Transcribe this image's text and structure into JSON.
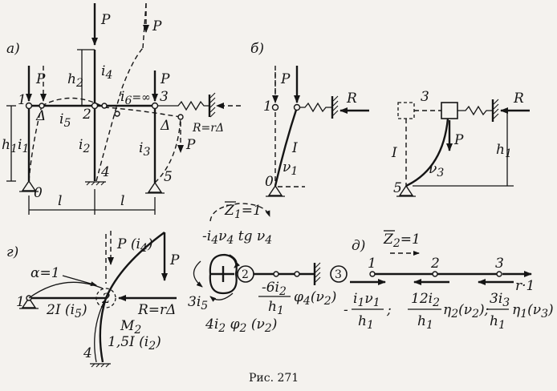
{
  "caption": "Рис. 271",
  "panel_a": {
    "tag": "а)",
    "load": "P",
    "h1": "h",
    "h1_sub": "1",
    "h2": "h",
    "h2_sub": "2",
    "i1": "i",
    "i1_sub": "1",
    "i2": "i",
    "i2_sub": "2",
    "i3": "i",
    "i3_sub": "3",
    "i4": "i",
    "i4_sub": "4",
    "i5": "i",
    "i5_sub": "5",
    "i6": "i",
    "i6_sub": "6",
    "i6_eq": "=∞",
    "delta": "Δ",
    "reaction": "R=rΔ",
    "span": "l",
    "nodes": [
      "0",
      "1",
      "2",
      "3",
      "4",
      "5"
    ]
  },
  "panel_b": {
    "tag": "б)",
    "load": "P",
    "reaction": "R",
    "member": "I",
    "nu1": "ν",
    "nu1_sub": "1",
    "nu3": "ν",
    "nu3_sub": "3",
    "h1": "h",
    "h1_sub": "1",
    "nodes": [
      "0",
      "1",
      "3",
      "5"
    ]
  },
  "panel_g": {
    "tag": "г)",
    "load_i4": "P (i",
    "load_i4_sub": "4",
    "load_i4_end": ")",
    "load": "P",
    "alpha": "α=1",
    "beam": "2I (i",
    "beam_sub": "5",
    "beam_end": ")",
    "reaction": "R=rΔ",
    "moment": "M",
    "moment_sub": "2",
    "column": "1,5I (i",
    "column_sub": "2",
    "column_end": ")",
    "node1": "1",
    "node2": "2",
    "node4": "4"
  },
  "panel_node": {
    "z1": "Z",
    "z1_sub": "1",
    "z1_eq": "=1",
    "top_expr": "-i",
    "top_expr_sub": "4",
    "top_expr_mid": "ν",
    "top_expr_sub2": "4",
    "top_expr_end": " tg ν",
    "top_expr_sub3": "4",
    "left_expr": "3i",
    "left_expr_sub": "5",
    "bottom_expr": "4i",
    "bottom_expr_sub": "2",
    "bottom_expr_end": " φ",
    "bottom_expr_sub2": "2",
    "bottom_expr_tail": " (ν",
    "bottom_expr_sub3": "2",
    "bottom_expr_close": ")",
    "right_num": "-6i",
    "right_num_sub": "2",
    "right_den": "h",
    "right_den_sub": "1",
    "right_phi": "φ",
    "right_phi_sub": "4",
    "right_phi_end": "(ν",
    "right_phi_sub2": "2",
    "right_phi_close": ")",
    "node2": "2",
    "node3": "3"
  },
  "panel_d": {
    "tag": "д)",
    "z2": "Z",
    "z2_sub": "2",
    "z2_eq": "=1",
    "nodes": [
      "1",
      "2",
      "3"
    ],
    "r_label": "r·1",
    "t1_num": "i",
    "t1_num_sub": "1",
    "t1_nu": "ν",
    "t1_nu_sub": "1",
    "t1_den": "h",
    "t1_den_sub": "1",
    "t1_sign": "-",
    "sep": ";",
    "t2_num": "12i",
    "t2_num_sub": "2",
    "t2_den": "h",
    "t2_den_sub": "1",
    "t2_fn": "η",
    "t2_fn_sub": "2",
    "t2_arg": "(ν",
    "t2_arg_sub": "2",
    "t2_close": ");",
    "t3_num": "3i",
    "t3_num_sub": "3",
    "t3_den": "h",
    "t3_den_sub": "1",
    "t3_fn": "η",
    "t3_fn_sub": "1",
    "t3_arg": "(ν",
    "t3_arg_sub": "3",
    "t3_close": ")"
  }
}
